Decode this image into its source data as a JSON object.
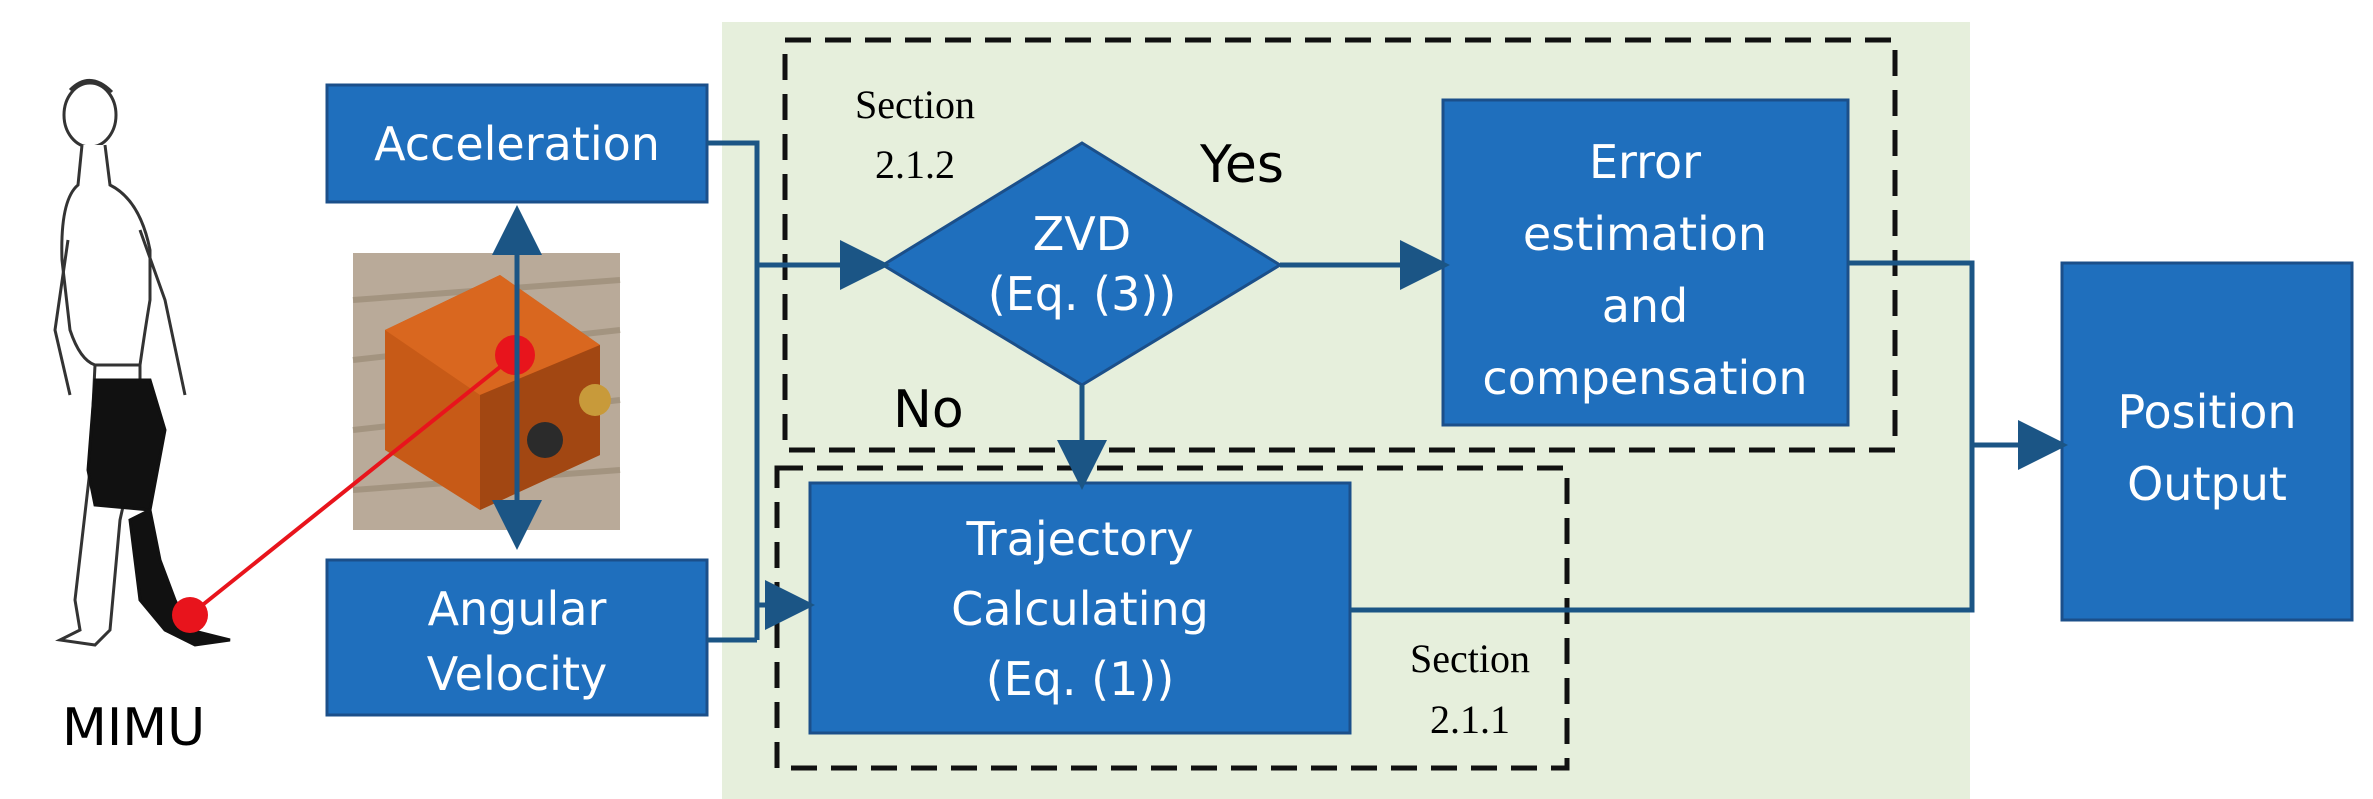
{
  "boxes": {
    "acceleration": "Acceleration",
    "angular_velocity": [
      "Angular",
      "Velocity"
    ],
    "zvd": [
      "ZVD",
      "(Eq. (3))"
    ],
    "error": [
      "Error",
      "estimation",
      "and",
      "compensation"
    ],
    "trajectory": [
      "Trajectory",
      "Calculating",
      "(Eq. (1))"
    ],
    "position": [
      "Position",
      "Output"
    ]
  },
  "labels": {
    "section_top": [
      "Section",
      "2.1.2"
    ],
    "section_bottom": [
      "Section",
      "2.1.1"
    ],
    "yes": "Yes",
    "no": "No",
    "mimu": "MIMU"
  },
  "colors": {
    "box_fill": "#1f6fbd",
    "panel_bg": "#e6efdc",
    "connector": "#1b5585",
    "marker": "#e8141c",
    "sensor_body": "#d9671f"
  }
}
